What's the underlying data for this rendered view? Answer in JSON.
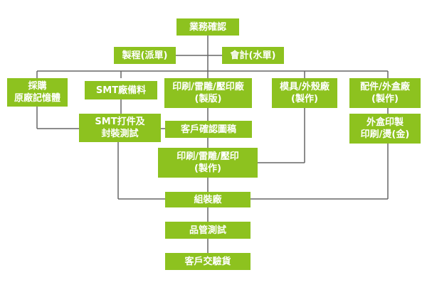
{
  "colors": {
    "box": "#8dc21f",
    "text": "#ffffff",
    "line": "#666666"
  },
  "nodes": {
    "business_confirm": "業務確認",
    "process_dispatch": "製程(派單)",
    "accounting": "會計(水單)",
    "purchase": [
      "採購",
      "原廠記憶體"
    ],
    "smt_prep": "SMT廠備料",
    "print_factory": [
      "印刷/雷雕/壓印廠",
      "(製版)"
    ],
    "mold_factory": [
      "模具/外殼廠",
      "(製作)"
    ],
    "accessory_factory": [
      "配件/外盒廠",
      "(製作)"
    ],
    "smt_assembly": [
      "SMT打件及",
      "封裝測試"
    ],
    "customer_confirm": "客戶確認圖稿",
    "box_print": [
      "外盒印製",
      "印刷/燙(金)"
    ],
    "print_production": [
      "印刷/雷雕/壓印",
      "(製作)"
    ],
    "assembly_factory": "組裝廠",
    "quality_test": "品管測試",
    "customer_delivery": "客戶交驗貨"
  }
}
